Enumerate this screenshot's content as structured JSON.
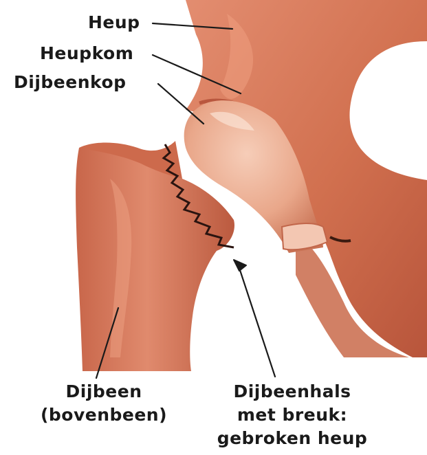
{
  "labels": {
    "heup": "Heup",
    "heupkom": "Heupkom",
    "dijbeenkop": "Dijbeenkop",
    "dijbeen": [
      "Dijbeen",
      "(bovenbeen)"
    ],
    "dijbeenhals": [
      "Dijbeenhals",
      "met breuk:",
      "gebroken heup"
    ]
  },
  "colors": {
    "bone": "#d77a5c",
    "bone_dark": "#b8553b",
    "bone_light": "#f0b49a",
    "cartilage": "#f3c7b2",
    "line": "#1a1a1a",
    "background": "#ffffff"
  }
}
